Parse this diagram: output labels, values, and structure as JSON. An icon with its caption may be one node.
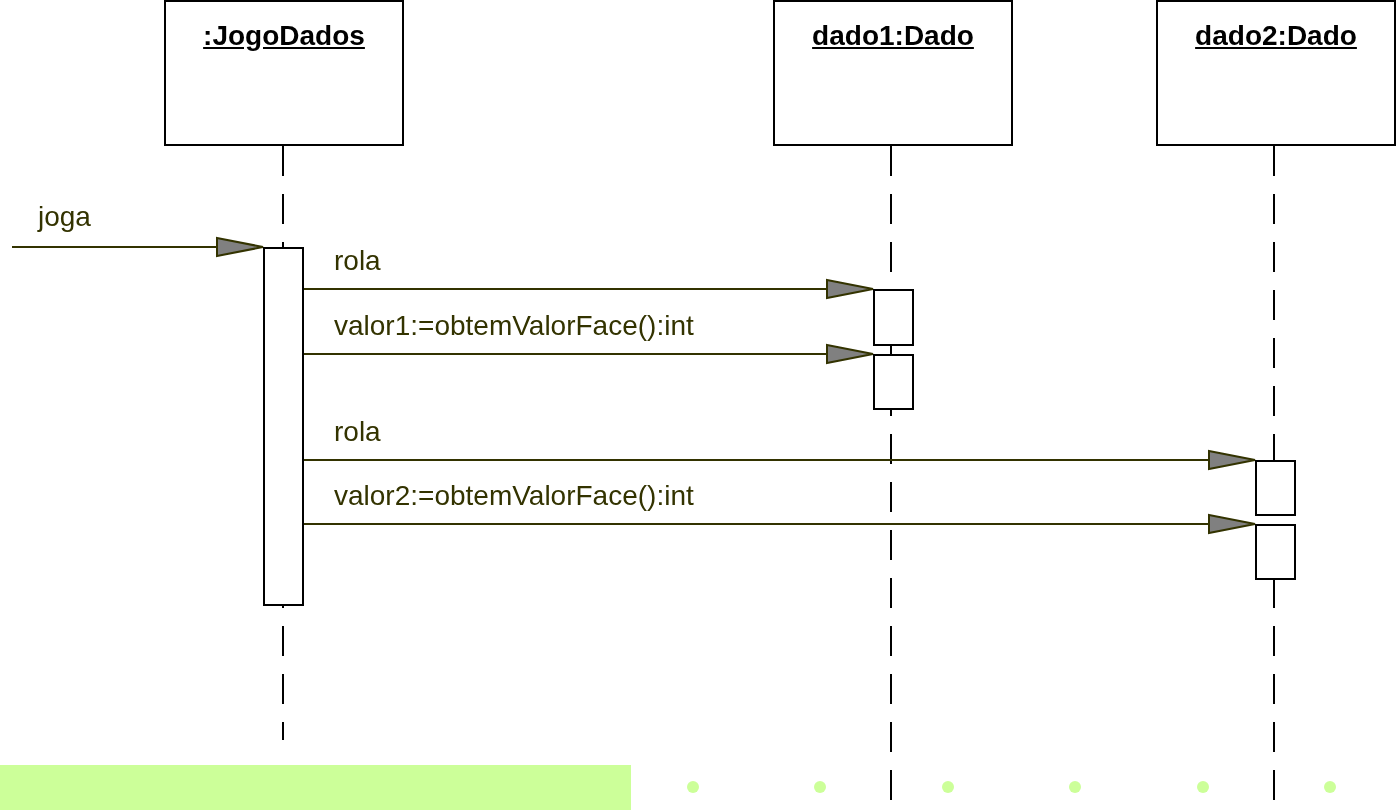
{
  "diagram": {
    "nodes": [
      {
        "text": [
          ":JogoDados"
        ]
      },
      {
        "text": [
          "dado1:Dado"
        ]
      },
      {
        "text": [
          "dado2:Dado"
        ]
      },
      {
        "text": [],
        "shape": "bar"
      },
      {
        "text": [],
        "shape": "bar"
      },
      {
        "text": [],
        "shape": "bar"
      },
      {
        "text": [],
        "shape": "bar"
      },
      {
        "text": [],
        "shape": "bar"
      }
    ],
    "edges": [
      {
        "from": null,
        "to": 3,
        "arrow": "to",
        "label": "joga"
      },
      {
        "from": 3,
        "to": 4,
        "arrow": "to",
        "label": "rola"
      },
      {
        "from": 3,
        "to": 5,
        "arrow": "to",
        "label": "valor1:=obtemValorFace():int"
      },
      {
        "from": 3,
        "to": 6,
        "arrow": "to",
        "label": "rola"
      },
      {
        "from": 3,
        "to": 7,
        "arrow": "to",
        "label": "valor2:=obtemValorFace():int"
      }
    ]
  }
}
